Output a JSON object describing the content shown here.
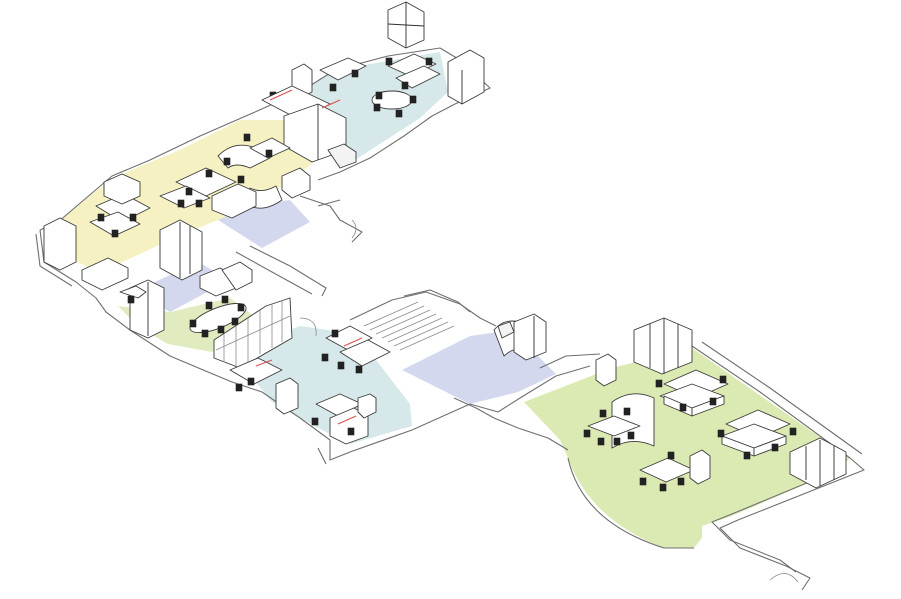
{
  "colors": {
    "background": "#ffffff",
    "zone_blue": "#d6e8e9",
    "zone_yellow": "#f6f1c2",
    "zone_green": "#dbeab2",
    "zone_green_light": "#e0ecc0",
    "zone_lavender": "#d4d8ee",
    "wall": "#6f6f6f",
    "furniture_fill": "#ffffff",
    "furniture_line": "#3a3a3a",
    "accent_red": "#d9534f"
  },
  "zones": [
    {
      "id": "office-wing-north",
      "color": "zone_blue"
    },
    {
      "id": "reception-yellow",
      "color": "zone_yellow"
    },
    {
      "id": "corridor-lavender-north",
      "color": "zone_lavender"
    },
    {
      "id": "corridor-lavender-west",
      "color": "zone_lavender"
    },
    {
      "id": "meeting-green",
      "color": "zone_green_light"
    },
    {
      "id": "office-wing-south",
      "color": "zone_blue"
    },
    {
      "id": "lobby-lavender",
      "color": "zone_lavender"
    },
    {
      "id": "open-plan-green",
      "color": "zone_green"
    }
  ]
}
